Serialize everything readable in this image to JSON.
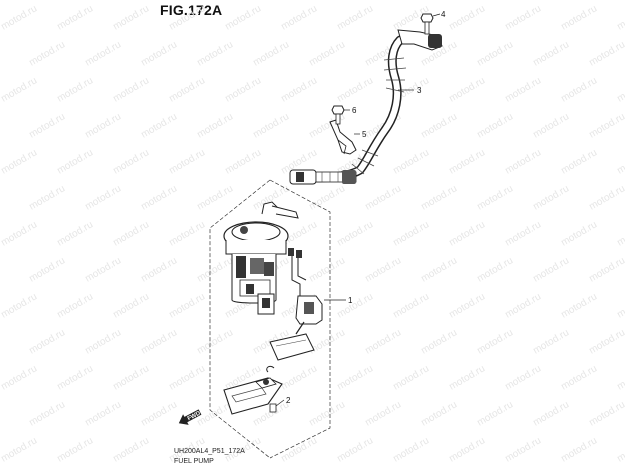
{
  "figure": {
    "title": "FIG.172A",
    "code": "UH200AL4_P51_172A",
    "caption": "FUEL PUMP"
  },
  "watermark": "motod.ru",
  "fwd_label": "FWD",
  "callouts": [
    "1",
    "2",
    "3",
    "4",
    "5",
    "6"
  ]
}
